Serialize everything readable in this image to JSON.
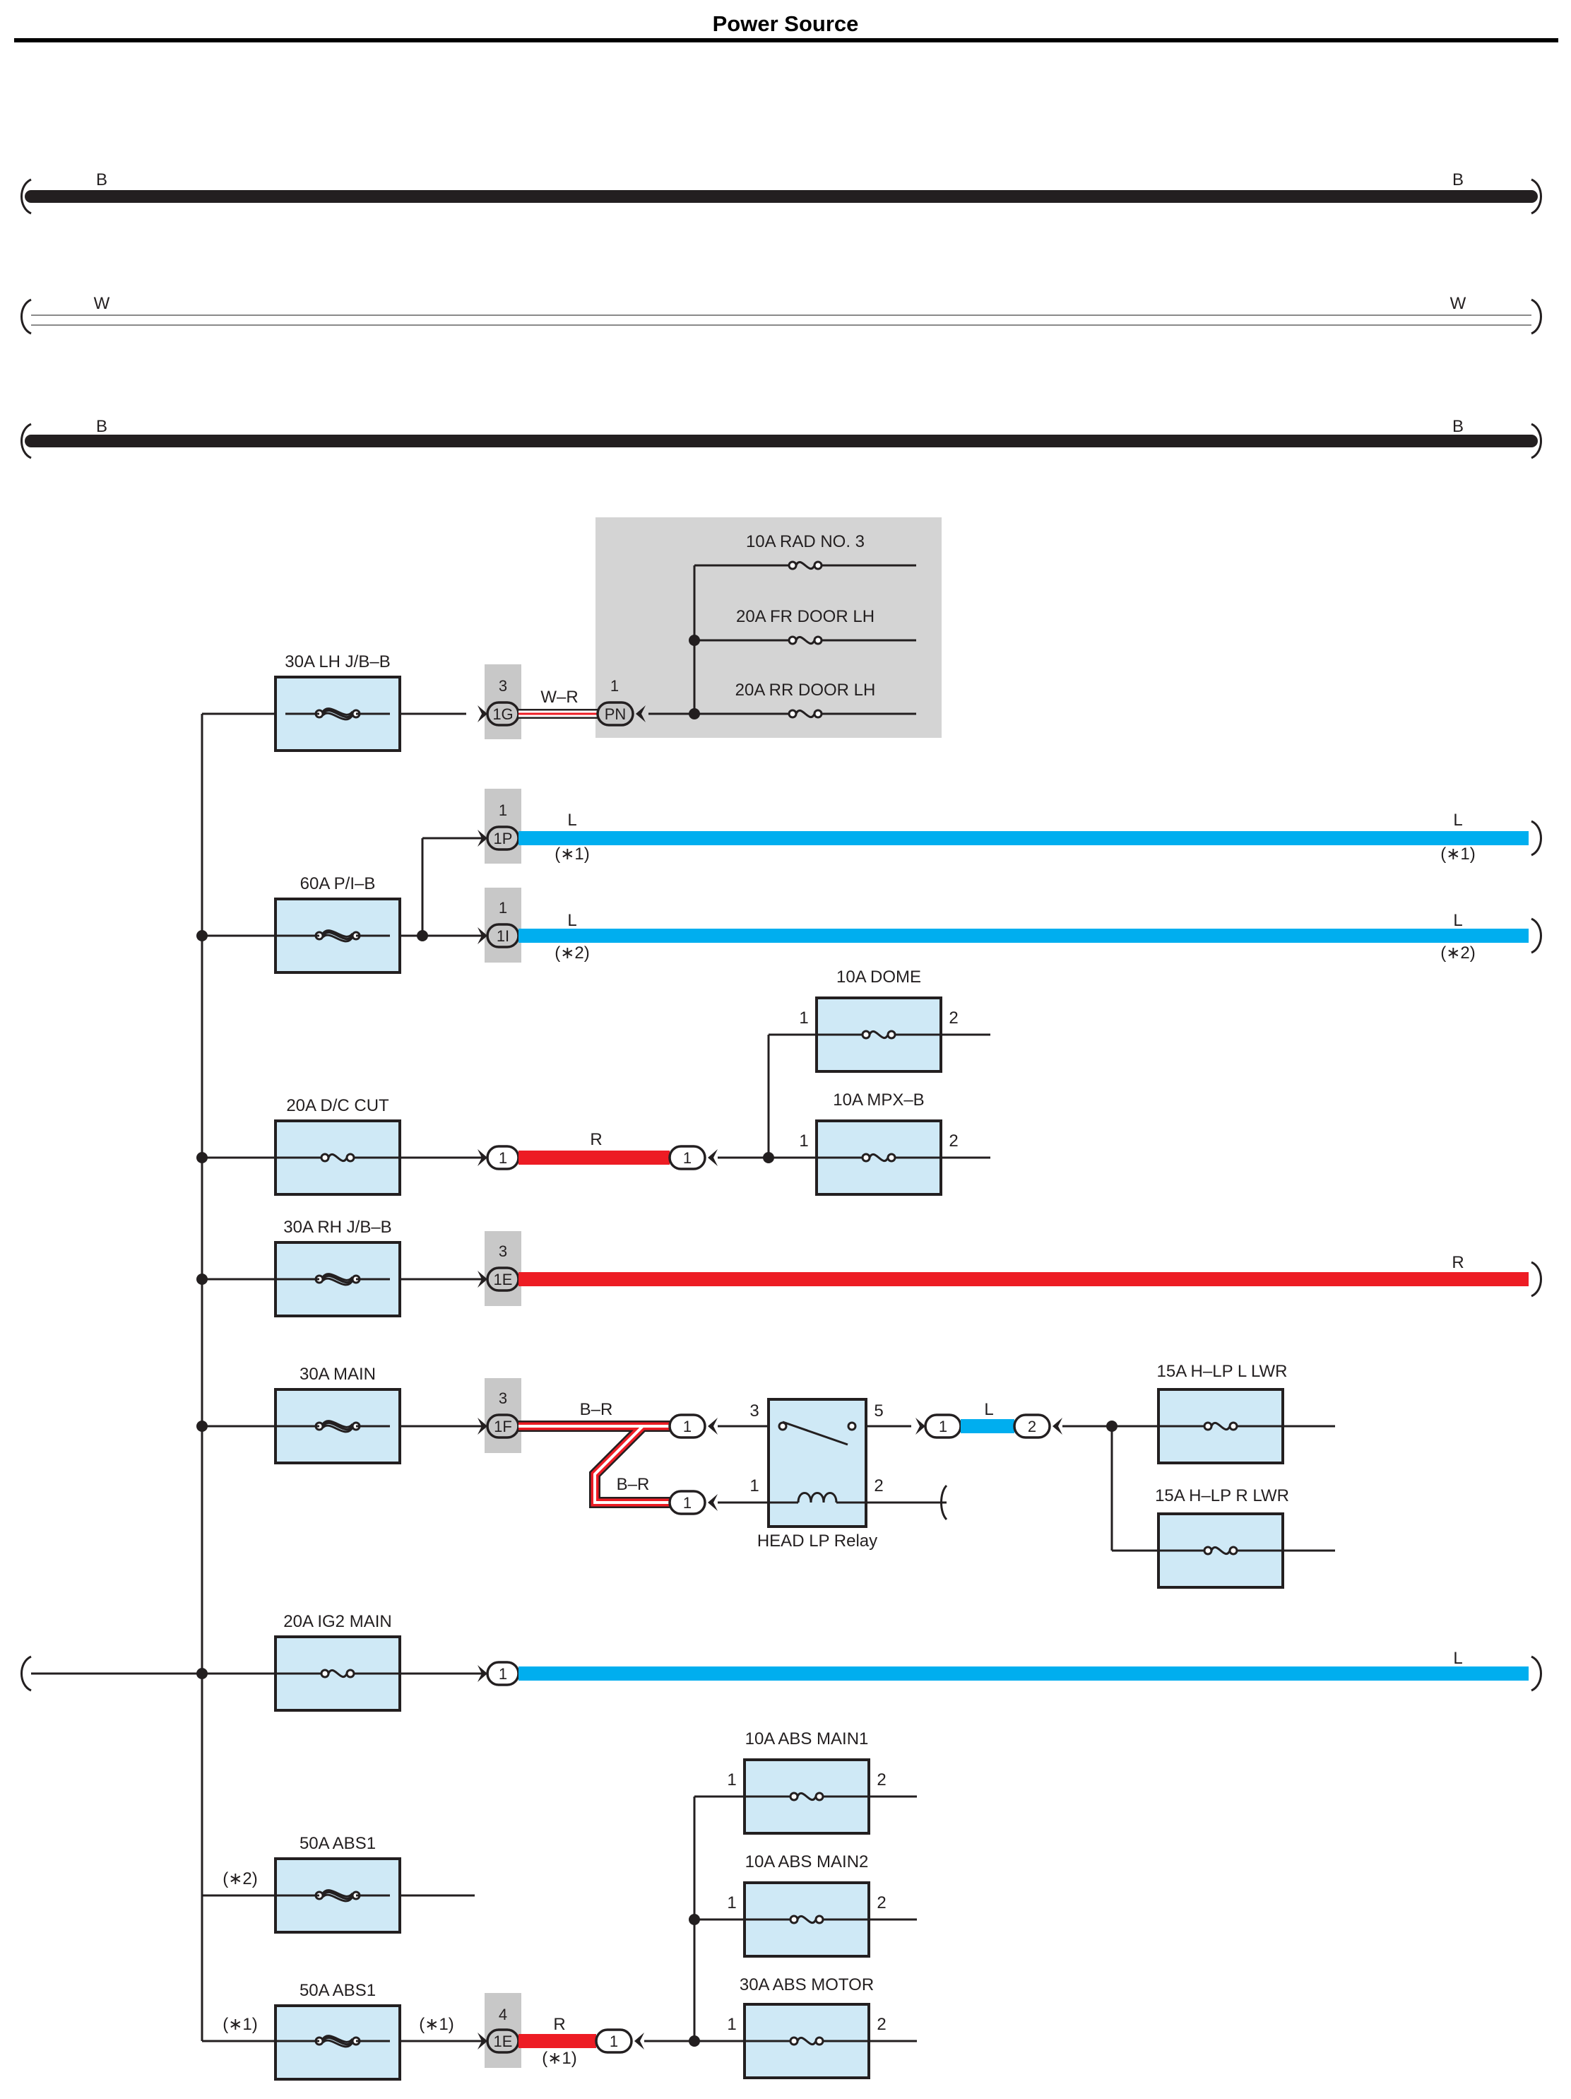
{
  "title": "Power Source",
  "top_wires": [
    {
      "left": "B",
      "right": "B"
    },
    {
      "left": "W",
      "right": "W"
    },
    {
      "left": "B",
      "right": "B"
    }
  ],
  "junction_box": {
    "fuses": [
      "10A RAD NO. 3",
      "20A FR DOOR LH",
      "20A RR DOOR LH"
    ]
  },
  "fuses": {
    "lh_jb": "30A LH J/B–B",
    "pi_b": "60A P/I–B",
    "dc_cut": "20A D/C CUT",
    "rh_jb": "30A RH J/B–B",
    "main": "30A MAIN",
    "ig2_main": "20A IG2 MAIN",
    "abs1_a": "50A ABS1",
    "abs1_b": "50A ABS1",
    "dome": "10A DOME",
    "mpx_b": "10A MPX–B",
    "hlp_l": "15A H–LP L LWR",
    "hlp_r": "15A H–LP R LWR",
    "abs_main1": "10A ABS MAIN1",
    "abs_main2": "10A ABS MAIN2",
    "abs_motor": "30A ABS MOTOR"
  },
  "connectors": {
    "c1g": {
      "pin": "3",
      "id": "1G"
    },
    "cpn": {
      "pin": "1",
      "id": "PN"
    },
    "c1p": {
      "pin": "1",
      "id": "1P"
    },
    "c1i": {
      "pin": "1",
      "id": "1I"
    },
    "c1e": {
      "pin": "3",
      "id": "1E"
    },
    "c1f": {
      "pin": "3",
      "id": "1F"
    },
    "c1e_abs": {
      "pin": "4",
      "id": "1E"
    },
    "one": "1",
    "two": "2"
  },
  "wire_colors": {
    "wr": "W–R",
    "l": "L",
    "r": "R",
    "br": "B–R"
  },
  "notes": {
    "n1": "(∗1)",
    "n2": "(∗2)"
  },
  "pins": {
    "p1": "1",
    "p2": "2",
    "p3": "3",
    "p5": "5"
  },
  "relay": {
    "name": "HEAD LP Relay"
  },
  "colors": {
    "blue_wire": "#00aeef",
    "red_wire": "#ed1c24",
    "fuse_fill": "#cfe9f6",
    "gray_box": "#d4d4d4",
    "black": "#231f20"
  }
}
